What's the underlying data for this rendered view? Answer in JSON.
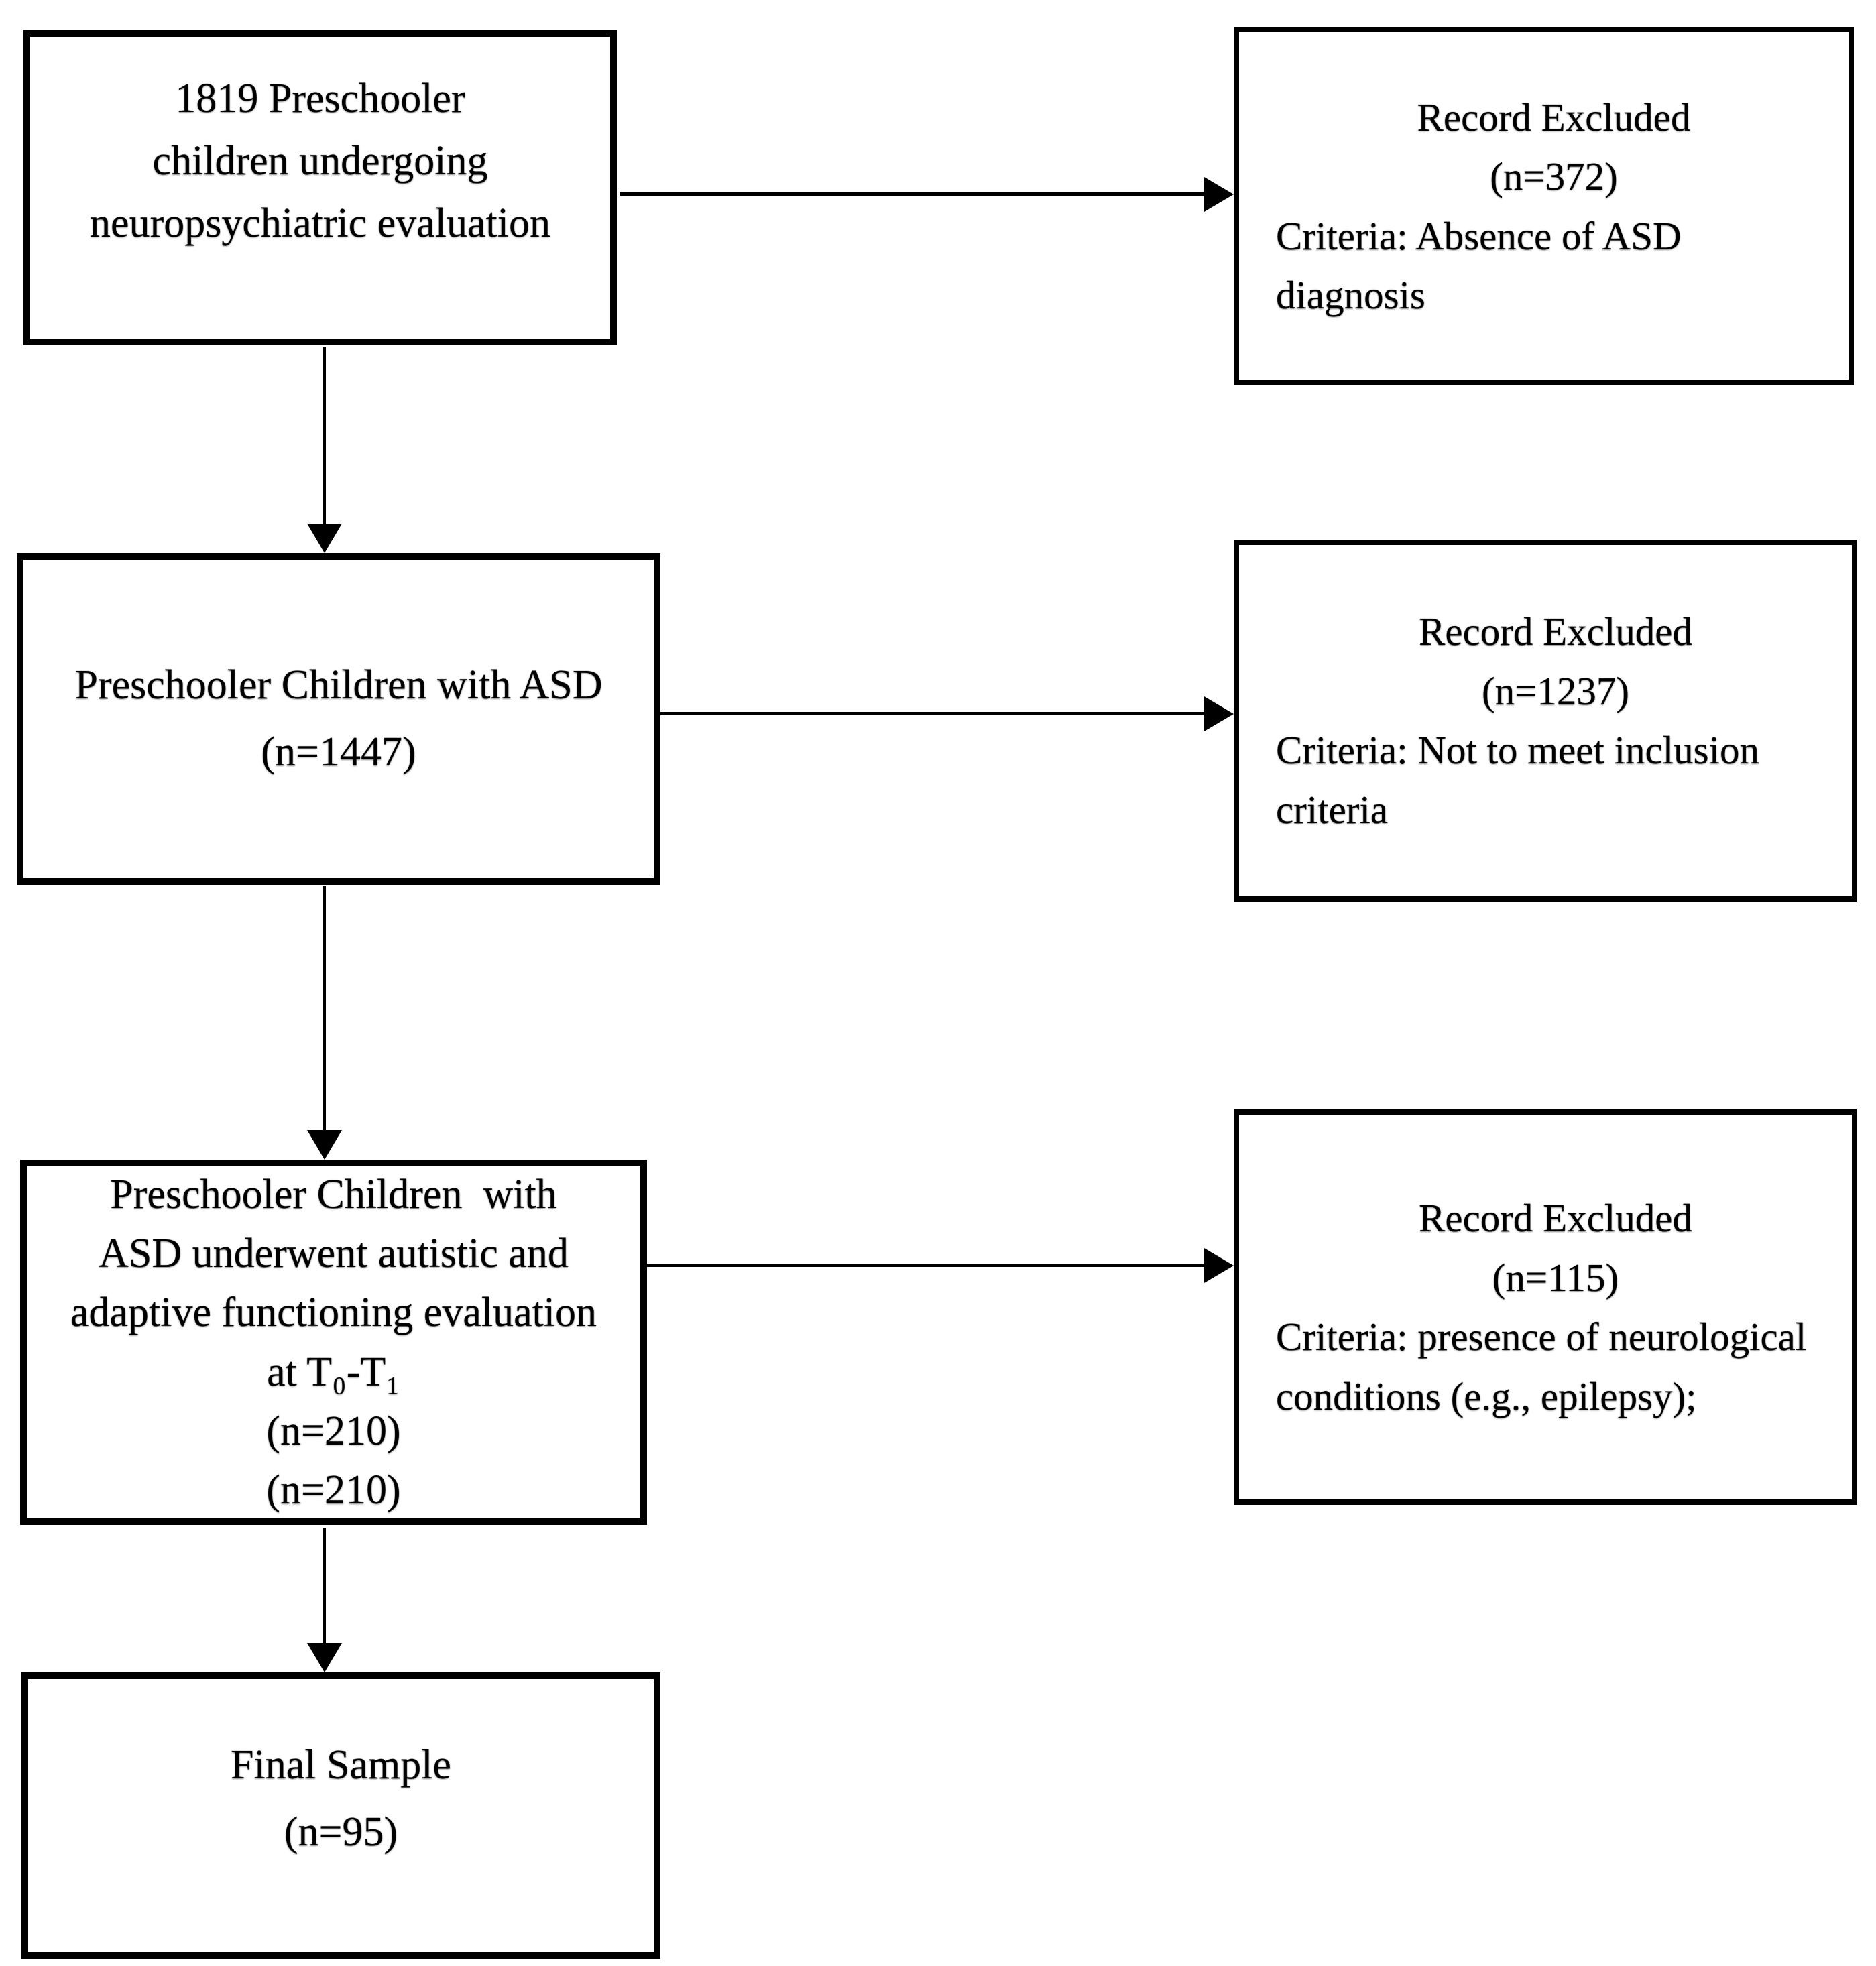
{
  "flow": {
    "colors": {
      "border": "#000000",
      "background": "#ffffff",
      "text": "#000000"
    },
    "left_boxes": [
      {
        "name": "initial-sample",
        "lines": [
          "1819 Preschooler",
          "children undergoing",
          "neuropsychiatric evaluation"
        ]
      },
      {
        "name": "asd-children",
        "lines": [
          "Preschooler Children with ASD",
          "(n=1447)"
        ]
      },
      {
        "name": "asd-evaluated",
        "lines": [
          "Preschooler Children  with",
          "ASD underwent autistic and",
          "adaptive functioning evaluation",
          "at T₀-T₁",
          "(n=210)",
          "(n=210)"
        ]
      },
      {
        "name": "final-sample",
        "lines": [
          "Final Sample",
          "(n=95)"
        ]
      }
    ],
    "right_boxes": [
      {
        "name": "excluded-1",
        "title": "Record Excluded",
        "count": "(n=372)",
        "criteria": "Criteria: Absence of ASD diagnosis"
      },
      {
        "name": "excluded-2",
        "title": "Record Excluded",
        "count": "(n=1237)",
        "criteria": "Criteria: Not to meet inclusion criteria"
      },
      {
        "name": "excluded-3",
        "title": "Record Excluded",
        "count": "(n=115)",
        "criteria": "Criteria: presence of neurological conditions (e.g., epilepsy);"
      }
    ]
  }
}
